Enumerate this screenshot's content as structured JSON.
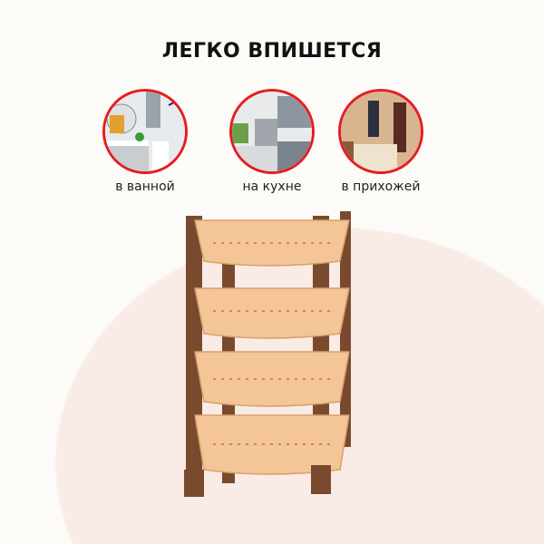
{
  "title": "ЛЕГКО ВПИШЕТСЯ",
  "places": [
    {
      "label": "в ванной",
      "icon": "bathroom-photo"
    },
    {
      "label": "на кухне",
      "icon": "kitchen-photo"
    },
    {
      "label": "в прихожей",
      "icon": "hallway-photo"
    }
  ],
  "colors": {
    "accent": "#e31e24",
    "basket": "#f3c597",
    "legs": "#7a4a2e"
  }
}
